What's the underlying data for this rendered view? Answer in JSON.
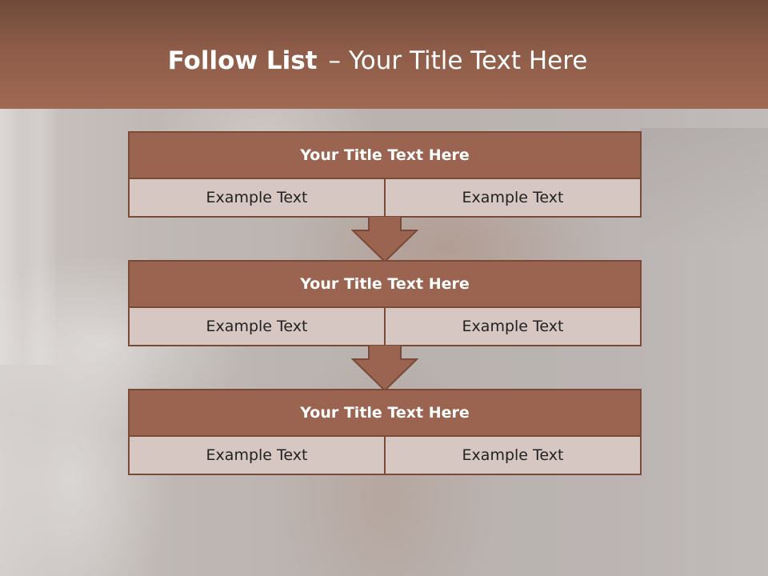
{
  "header": {
    "title_bold": "Follow List",
    "title_separator": "–",
    "title_rest": "Your Title Text Here"
  },
  "steps": [
    {
      "title": "Your Title Text Here",
      "left": "Example Text",
      "right": "Example Text"
    },
    {
      "title": "Your Title Text Here",
      "left": "Example Text",
      "right": "Example Text"
    },
    {
      "title": "Your Title Text Here",
      "left": "Example Text",
      "right": "Example Text"
    }
  ],
  "colors": {
    "header": "#9a6450",
    "box_title": "#9a6450",
    "box_cell": "#d6c7c3",
    "border": "#7a4a38"
  },
  "icons": [
    "down-arrow-icon",
    "down-arrow-icon"
  ]
}
